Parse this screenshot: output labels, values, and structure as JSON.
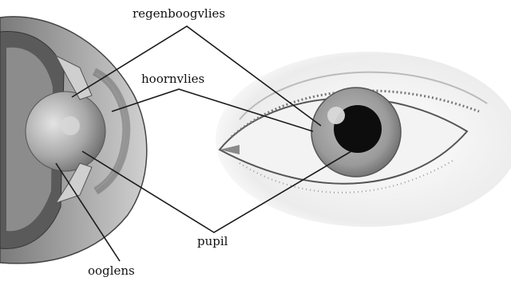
{
  "labels": {
    "iris": "regenboogvlies",
    "cornea": "hoornvlies",
    "pupil": "pupil",
    "lens": "ooglens"
  },
  "colors": {
    "line": "#1a1a1a",
    "iris": "#9a9a9a",
    "pupil": "#0d0d0d",
    "sclera": "#f2f2f2",
    "shading": "#6e6e6e"
  }
}
